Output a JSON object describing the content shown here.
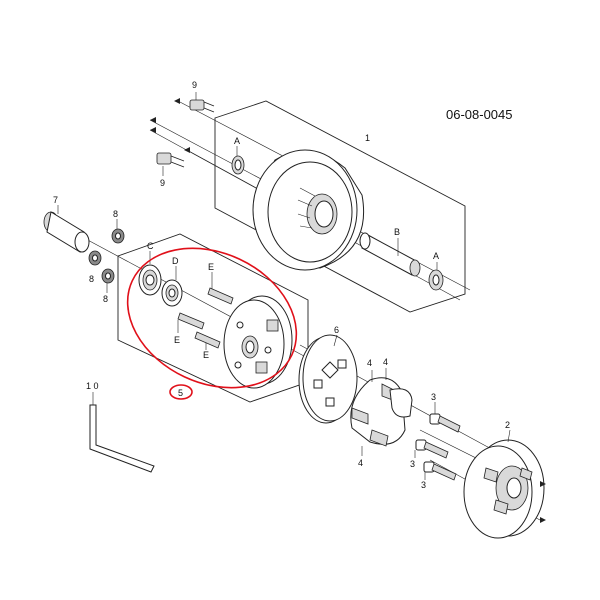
{
  "drawing_code": "06-08-0045",
  "labels": {
    "p1": "1",
    "p2": "2",
    "p3a": "3",
    "p3b": "3",
    "p3c": "3",
    "p4a": "4",
    "p4b": "4",
    "p4c": "4",
    "p5": "5",
    "p6": "6",
    "p7": "7",
    "p8a": "8",
    "p8b": "8",
    "p8c": "8",
    "p9a": "9",
    "p9b": "9",
    "p10": "1 0",
    "A1": "A",
    "A2": "A",
    "B": "B",
    "C": "C",
    "D": "D",
    "E1": "E",
    "E2": "E",
    "E3": "E"
  },
  "highlight_color": "#e0101a"
}
